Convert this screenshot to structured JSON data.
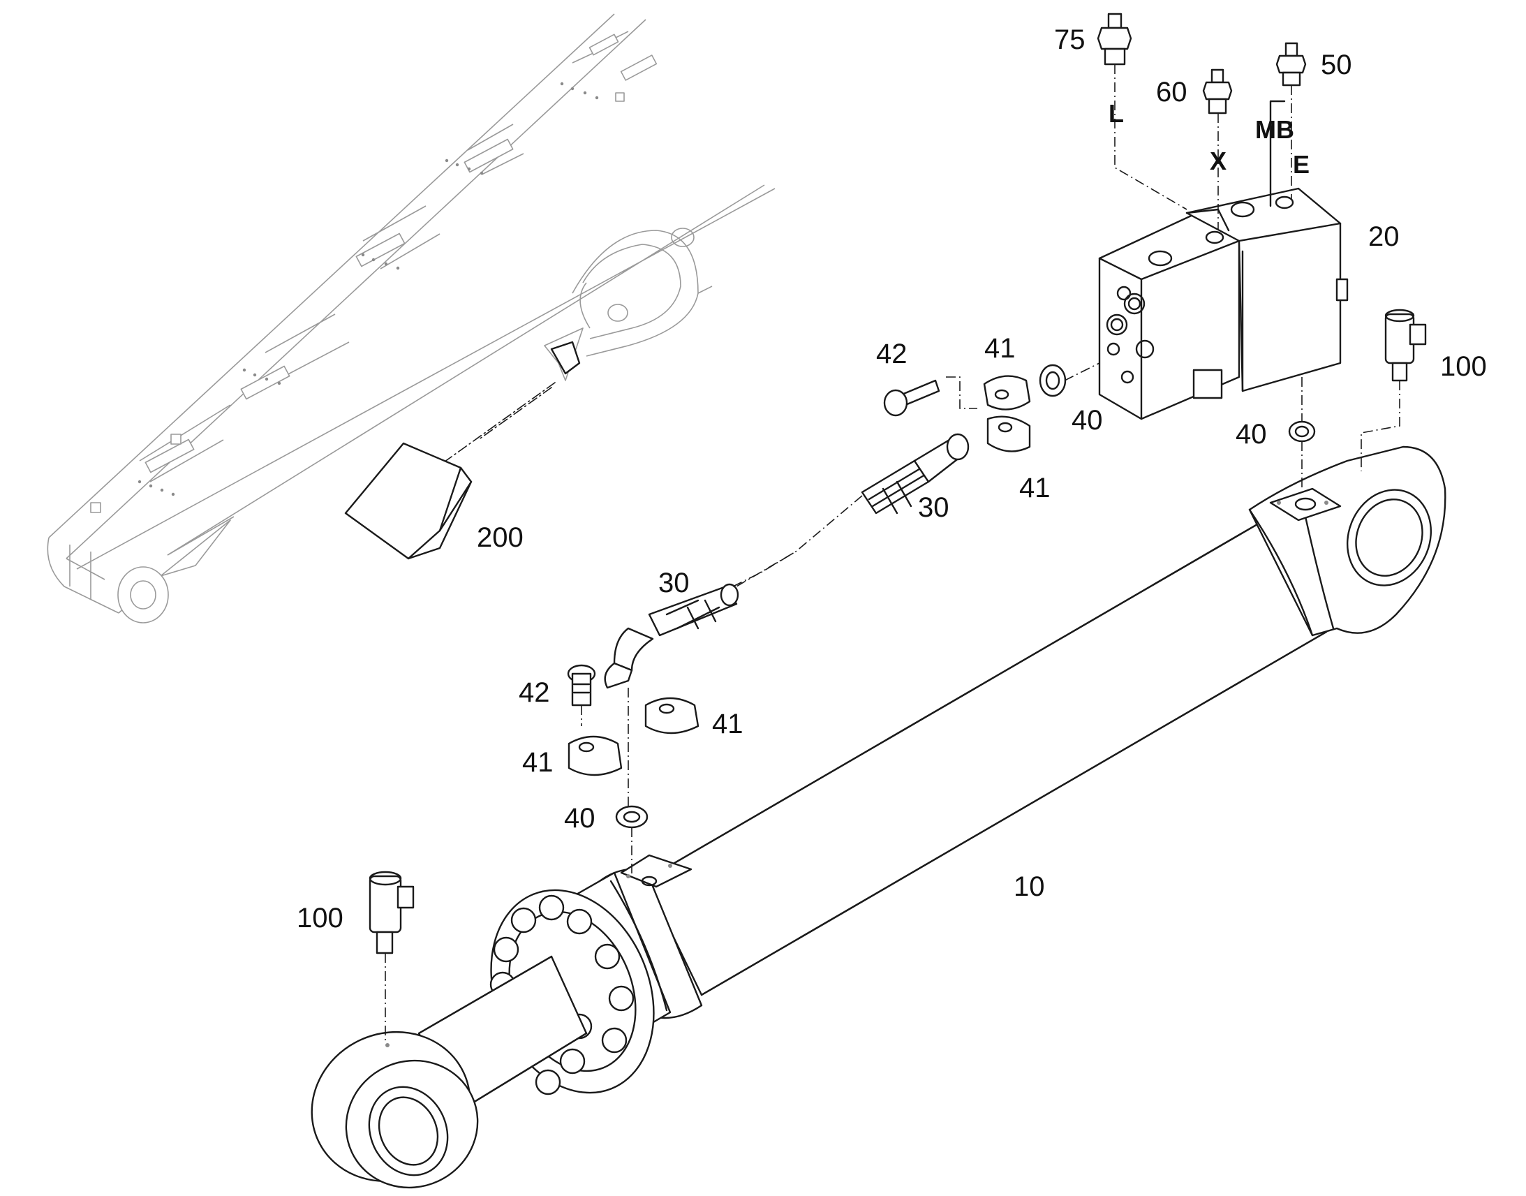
{
  "parts": {
    "cylinder": "10",
    "valve_block": "20",
    "hose_upper": "30",
    "hose_lower": "30",
    "seal_upper_left": "40",
    "seal_upper_right": "40",
    "seal_lower": "40",
    "flange_upper_top": "41",
    "flange_upper_bottom": "41",
    "flange_lower_right": "41",
    "flange_lower_left": "41",
    "screw_upper": "42",
    "screw_lower": "42",
    "fitting_50": "50",
    "fitting_60": "60",
    "fitting_75": "75",
    "grease_nipple_right": "100",
    "grease_nipple_left": "100",
    "cover_plate": "200"
  },
  "ports": {
    "L": "L",
    "X": "X",
    "MB": "MB",
    "E": "E"
  }
}
